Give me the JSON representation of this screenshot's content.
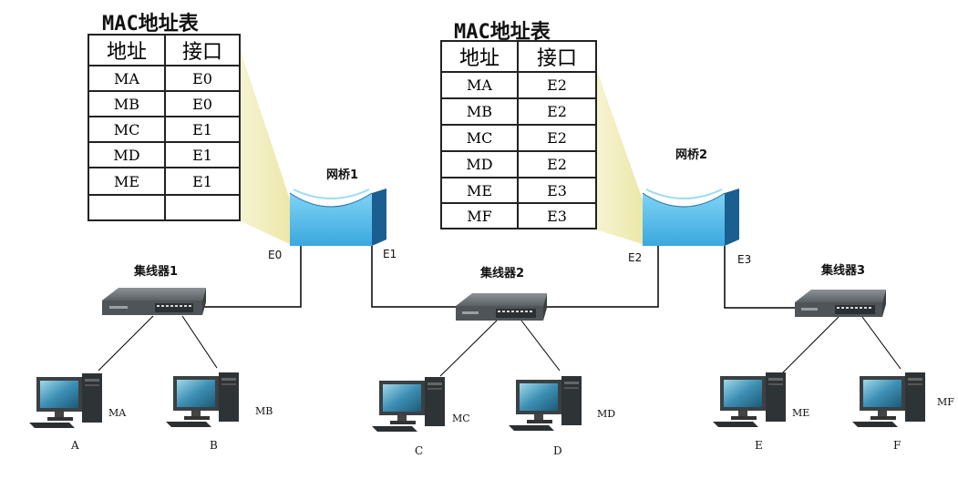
{
  "tables": [
    {
      "title": "MAC地址表",
      "headers": [
        "地址",
        "接口"
      ],
      "rows": [
        [
          "MA",
          "E0"
        ],
        [
          "MB",
          "E0"
        ],
        [
          "MC",
          "E1"
        ],
        [
          "MD",
          "E1"
        ],
        [
          "ME",
          "E1"
        ],
        [
          "",
          ""
        ]
      ]
    },
    {
      "title": "MAC地址表",
      "headers": [
        "地址",
        "接口"
      ],
      "rows": [
        [
          "MA",
          "E2"
        ],
        [
          "MB",
          "E2"
        ],
        [
          "MC",
          "E2"
        ],
        [
          "MD",
          "E2"
        ],
        [
          "ME",
          "E3"
        ],
        [
          "MF",
          "E3"
        ]
      ]
    }
  ],
  "bridges": [
    {
      "label": "网桥1",
      "ports": [
        "E0",
        "E1"
      ]
    },
    {
      "label": "网桥2",
      "ports": [
        "E2",
        "E3"
      ]
    }
  ],
  "hubs": [
    {
      "label": "集线器1"
    },
    {
      "label": "集线器2"
    },
    {
      "label": "集线器3"
    }
  ],
  "hosts": [
    {
      "name": "A",
      "mac": "MA"
    },
    {
      "name": "B",
      "mac": "MB"
    },
    {
      "name": "C",
      "mac": "MC"
    },
    {
      "name": "D",
      "mac": "MD"
    },
    {
      "name": "E",
      "mac": "ME"
    },
    {
      "name": "F",
      "mac": "MF"
    }
  ],
  "colors": {
    "bridge_light": "#5cc2f0",
    "bridge_dark": "#1e6fa8",
    "callout": "#f4f1c2",
    "hub": "#5d6469",
    "screen": "#4aa9d0",
    "wire": "#000000"
  }
}
